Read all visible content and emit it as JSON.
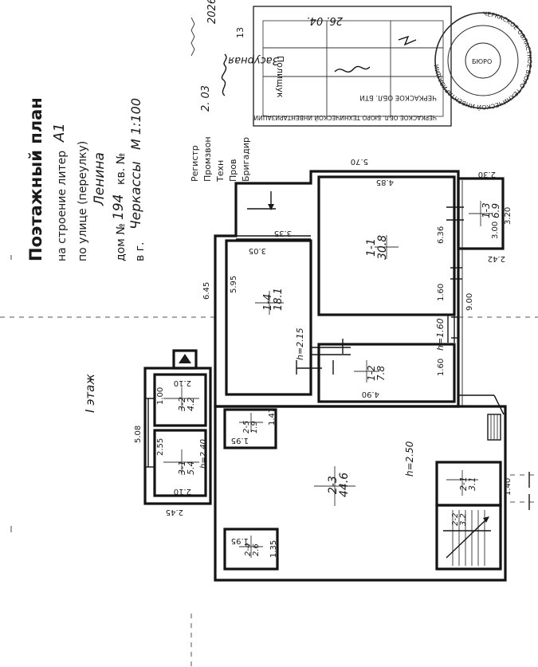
{
  "title": {
    "line1": "Поэтажный план",
    "line2": "на строение литер",
    "litera": "А1",
    "line3": "по улице (переулку)",
    "street": "Ленина",
    "line4_a": "дом №",
    "house": "194",
    "line4_b": "кв. №",
    "line5": "в г.",
    "city": "Черкассы",
    "scale": "М 1:100"
  },
  "floor_label": "I этаж",
  "registry": {
    "reg": "Регистр",
    "form": "Промзвон",
    "tech": "Техн",
    "prov": "Пров",
    "brig": "Бригадир",
    "date_a": "2. 03",
    "num": "13",
    "date_b": "26. 04.",
    "year": "2026"
  },
  "office_stamp": {
    "name": "Засурная",
    "note": "Полищук",
    "org": "ЧЕРКАСКОЕ ОБЛ. БТИ",
    "org2": "ЧЕРКАСКОЕ ОБЛ. БЮРО ТЕХНИЧЕСКОЙ ИНВЕНТАРИЗАЦИИ"
  },
  "round_stamp": {
    "ring": "ЧЕРКАСКОЕ ОБЛАСТНОЕ БЮРО ТЕХНИЧЕСКОЙ ИНВЕНТАРИЗАЦИИ",
    "center": "БЮРО"
  },
  "rooms": [
    {
      "id": "1-1",
      "area": "30.8"
    },
    {
      "id": "1-2",
      "area": "7.8"
    },
    {
      "id": "1-3",
      "area": "6.9"
    },
    {
      "id": "1-4",
      "area": "18.1"
    },
    {
      "id": "2-1",
      "area": "3.1"
    },
    {
      "id": "2-2",
      "area": "3.2"
    },
    {
      "id": "2-3",
      "area": "44.6"
    },
    {
      "id": "2-4",
      "area": "2.6"
    },
    {
      "id": "2-5",
      "area": "1.9"
    },
    {
      "id": "3-1",
      "area": "5.4"
    },
    {
      "id": "3-2",
      "area": "4.2"
    }
  ],
  "heights": {
    "h1": "h=1.60",
    "h2": "h=2.15",
    "h3": "h=2.50",
    "h4": "h=2.40"
  },
  "dims": {
    "d570": "5.70",
    "d485": "4.85",
    "d230": "2.30",
    "d320": "3.20",
    "d300": "3.00",
    "d242": "2.42",
    "d636": "6.36",
    "d900": "9.00",
    "d160a": "1.60",
    "d160b": "1.60",
    "d490": "4.90",
    "d335": "3.35",
    "d305": "3.05",
    "d595": "5.95",
    "d645": "6.45",
    "d147": "1.47",
    "d195a": "1.95",
    "d195b": "1.95",
    "d135": "1.35",
    "d140": "1.40",
    "d210a": "2.10",
    "d210b": "2.10",
    "d100": "1.00",
    "d255": "2.55",
    "d508": "5.08",
    "d245": "2.45"
  }
}
